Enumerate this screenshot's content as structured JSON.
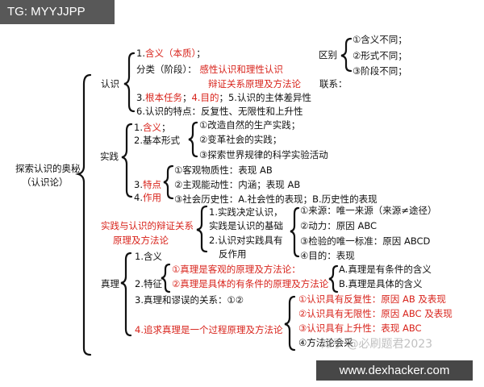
{
  "badge": "TG: MYYJJPP",
  "root": {
    "line1": "探索认识的奥秘",
    "line2": "（认识论）"
  },
  "cognition": {
    "label": "认识",
    "item1_num": "1.",
    "item1": "含义（本质）",
    "item2_num": "2.",
    "item2": "分类（阶段）：",
    "item2_red1": "感性认识和理性认识",
    "item2_red2": "辩证关系原理及方法论",
    "diff_label": "区别",
    "diff_items": [
      "①含义不同；",
      "②形式不同；",
      "③阶段不同；"
    ],
    "relation": "联系：",
    "item3_a": "3.",
    "item3_red1": "根本任务",
    "item3_sep": "；",
    "item3_red2": "4.目的",
    "item3_rest": "；5.认识的主体差异性",
    "item6": "6.认识的特点：反复性、无限性和上升性"
  },
  "practice": {
    "label": "实践",
    "item1_num": "1.",
    "item1": "含义",
    "item2": "2.基本形式",
    "forms": [
      "①改造自然的生产实践；",
      "②变革社会的实践；",
      "③探索世界规律的科学实验活动"
    ],
    "item3_num": "3.",
    "item3": "特点",
    "item4_num": "4.",
    "item4": "作用",
    "features": [
      "①客观物质性：表现 AB",
      "②主观能动性：内涵；表现 AB",
      "③社会历史性：A.社会性的表现；B.历史性的表现"
    ]
  },
  "dialectic": {
    "red1": "实践与认识的辩证关系",
    "red2": "原理及方法论",
    "a1": "1.实践决定认识，",
    "a2": "实践是认识的基础",
    "a3": "2.认识对实践具有",
    "a4": "反作用",
    "basis": [
      "①来源：唯一来源（来源≠途径）",
      "②动力：原因 ABC",
      "③检验的唯一标准：原因 ABCD",
      "④目的：表现"
    ]
  },
  "truth": {
    "label": "真理",
    "item1": "1.含义",
    "item2": "2.特征",
    "feat1": "①真理是客观的原理及方法论：",
    "feat2": "②真理是具体的有条件的原理及方法论",
    "featA": "A.真理是有条件的含义",
    "featB": "B.真理是具体的含义",
    "item3": "3.真理和谬误的关系：①②",
    "item4": "4.追求真理是一个过程原理及方法论",
    "proc": [
      "①认识具有反复性：原因 AB 及表现",
      "②认识具有无限性：原因 ABC 及表现",
      "③认识具有上升性：表现 ABC",
      "④方法论会采"
    ]
  },
  "watermark": "知乎 @必刷题君2023",
  "footer": "www.dexhacker.com"
}
